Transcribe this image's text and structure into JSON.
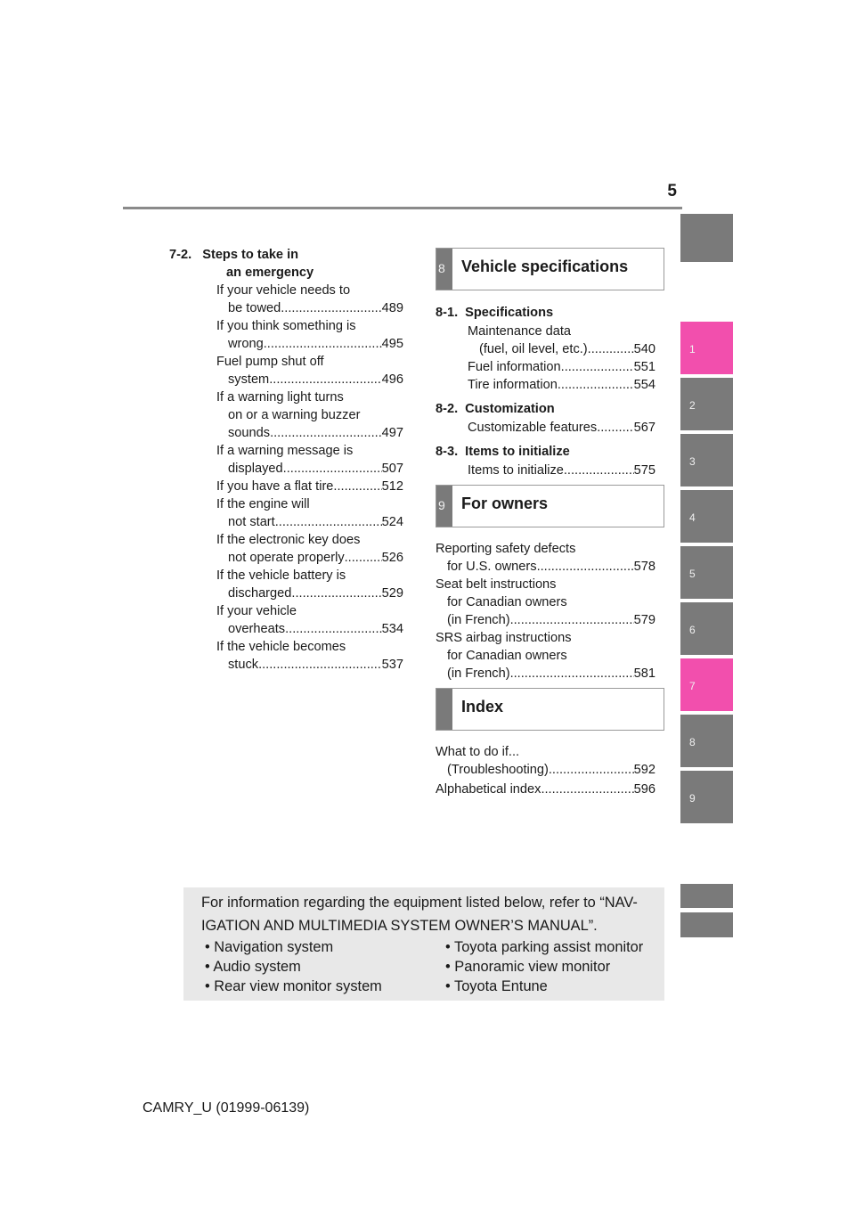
{
  "page_number": "5",
  "side_tabs": [
    "1",
    "2",
    "3",
    "4",
    "5",
    "6",
    "7",
    "8",
    "9"
  ],
  "left_column": {
    "section_num": "7-2.",
    "section_title_l1": "Steps to take in",
    "section_title_l2": "an emergency",
    "entries": [
      {
        "l1": "If your vehicle needs to",
        "l2": "be towed",
        "page": "489"
      },
      {
        "l1": "If you think something is",
        "l2": "wrong",
        "page": "495"
      },
      {
        "l1": "Fuel pump shut off",
        "l2": "system",
        "page": "496"
      },
      {
        "l1": "If a warning light turns",
        "l1b": "on or a warning buzzer",
        "l2": "sounds",
        "page": "497"
      },
      {
        "l1": "If a warning message is",
        "l2": "displayed",
        "page": "507"
      },
      {
        "single": "If you have a flat tire",
        "page": "512"
      },
      {
        "l1": "If the engine will",
        "l2": "not start",
        "page": "524"
      },
      {
        "l1": "If the electronic key does",
        "l2": "not operate properly",
        "page": "526"
      },
      {
        "l1": "If the vehicle battery is",
        "l2": "discharged",
        "page": "529"
      },
      {
        "l1": "If your vehicle",
        "l2": "overheats",
        "page": "534"
      },
      {
        "l1": "If the vehicle becomes",
        "l2": "stuck",
        "page": "537"
      }
    ]
  },
  "chapter8": {
    "num": "8",
    "title": "Vehicle specifications",
    "s1_num": "8-1.",
    "s1_title": "Specifications",
    "s1_e1_l1": "Maintenance data",
    "s1_e1_l2": "(fuel, oil level, etc.)",
    "s1_e1_page": "540",
    "s1_e2": "Fuel information",
    "s1_e2_page": "551",
    "s1_e3": "Tire information",
    "s1_e3_page": "554",
    "s2_num": "8-2.",
    "s2_title": "Customization",
    "s2_e1": "Customizable features",
    "s2_e1_page": "567",
    "s3_num": "8-3.",
    "s3_title": "Items to initialize",
    "s3_e1": "Items to initialize",
    "s3_e1_page": "575"
  },
  "chapter9": {
    "num": "9",
    "title": "For owners",
    "e1_l1": "Reporting safety defects",
    "e1_l2": "for U.S. owners",
    "e1_page": "578",
    "e2_l1": "Seat belt instructions",
    "e2_l1b": "for Canadian owners",
    "e2_l2": "(in French)",
    "e2_page": "579",
    "e3_l1": "SRS airbag instructions",
    "e3_l1b": "for Canadian owners",
    "e3_l2": "(in French)",
    "e3_page": "581"
  },
  "index": {
    "title": "Index",
    "e1_l1": "What to do if...",
    "e1_l2": "(Troubleshooting)",
    "e1_page": "592",
    "e2": "Alphabetical index",
    "e2_page": "596"
  },
  "info": {
    "text": "For information regarding the equipment listed below, refer to “NAV-IGATION AND MULTIMEDIA SYSTEM OWNER’S MANUAL”.",
    "left_items": [
      "• Navigation system",
      "• Audio system",
      "• Rear view monitor system"
    ],
    "right_items": [
      "• Toyota parking assist monitor",
      "• Panoramic view monitor",
      "• Toyota Entune"
    ]
  },
  "footer": "CAMRY_U (01999-06139)",
  "colors": {
    "tab_gray": "#7a7a7a",
    "tab_pink": "#f24fad",
    "info_bg": "#e8e8e8"
  }
}
